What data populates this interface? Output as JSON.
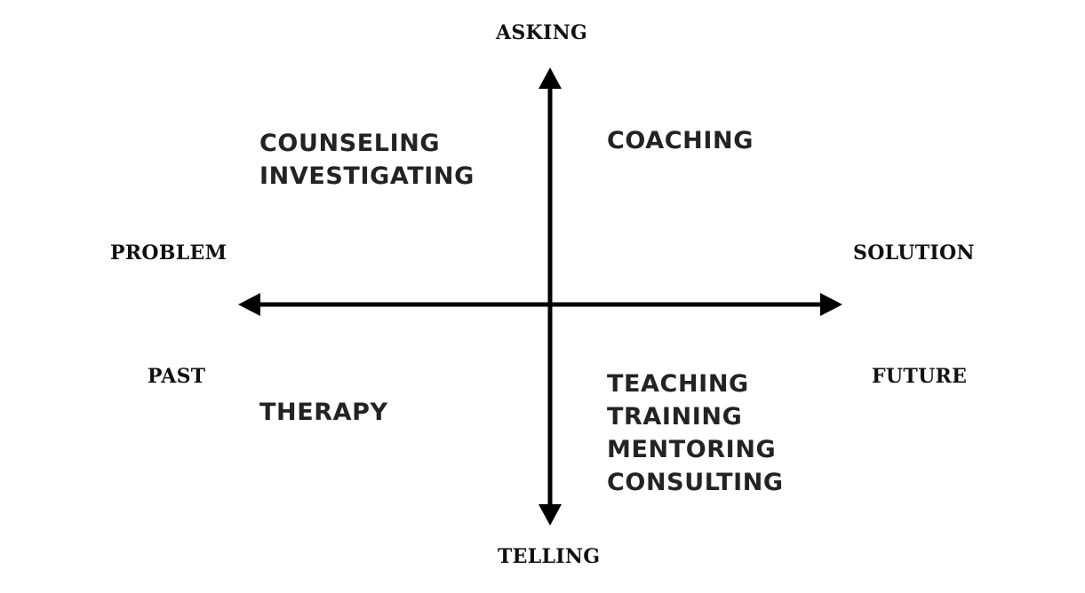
{
  "axes": {
    "top": "ASKING",
    "bottom": "TELLING",
    "left": "PROBLEM",
    "right": "SOLUTION",
    "left_lower": "PAST",
    "right_lower": "FUTURE"
  },
  "quadrants": {
    "top_left": [
      "COUNSELING",
      "INVESTIGATING"
    ],
    "top_right": [
      "COACHING"
    ],
    "bottom_left": [
      "THERAPY"
    ],
    "bottom_right": [
      "TEACHING",
      "TRAINING",
      "MENTORING",
      "CONSULTING"
    ]
  },
  "colors": {
    "axis": "#000000",
    "text": "#232323",
    "background": "#ffffff"
  }
}
